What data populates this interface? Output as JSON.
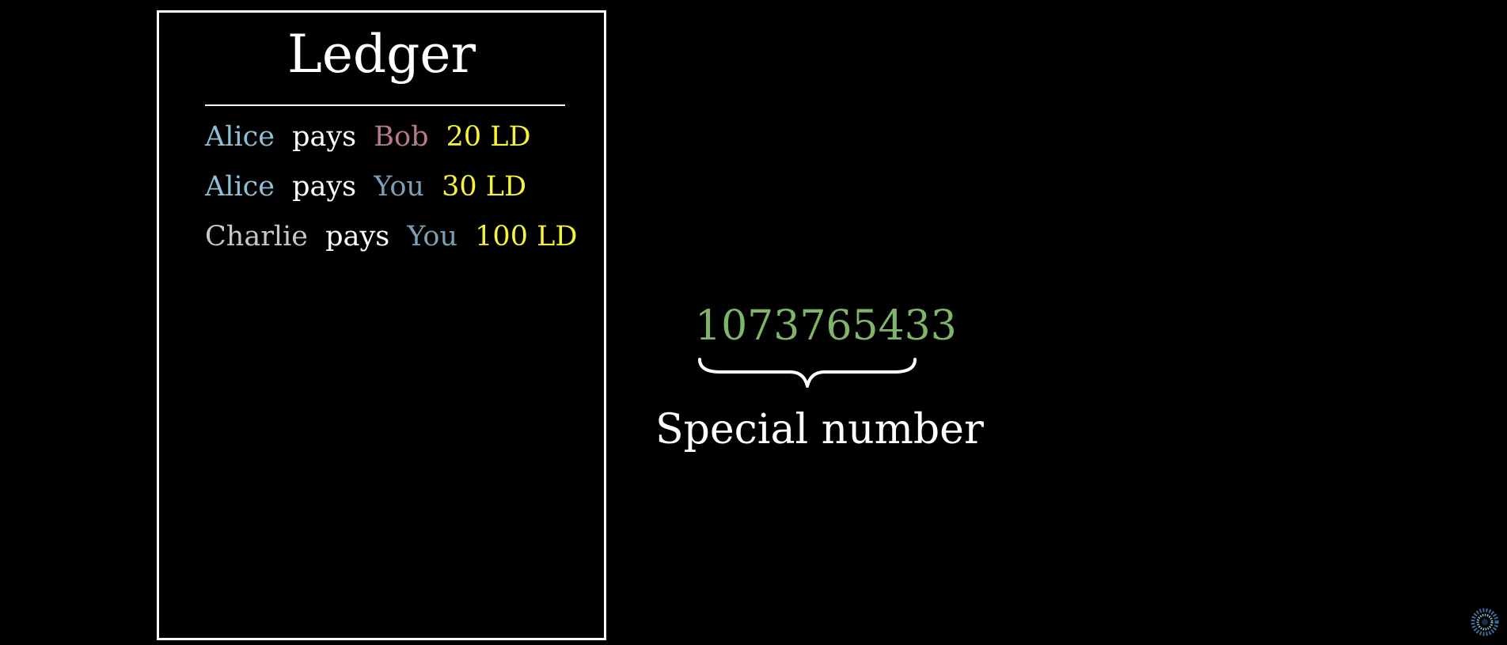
{
  "ledger": {
    "title": "Ledger",
    "entries": [
      {
        "payer": "Alice",
        "verb": "pays",
        "payee": "Bob",
        "amount": "20 LD",
        "payer_color": "#8fbfd6",
        "payee_color": "#b57b8b"
      },
      {
        "payer": "Alice",
        "verb": "pays",
        "payee": "You",
        "amount": "30 LD",
        "payer_color": "#8fbfd6",
        "payee_color": "#7d9fb3"
      },
      {
        "payer": "Charlie",
        "verb": "pays",
        "payee": "You",
        "amount": "100 LD",
        "payer_color": "#c8c8c8",
        "payee_color": "#7d9fb3"
      }
    ]
  },
  "special": {
    "number": "1073765433",
    "label": "Special number"
  },
  "colors": {
    "background": "#000000",
    "text": "#ffffff",
    "amount": "#f7f23a",
    "number": "#7fb469",
    "verb": "#ffffff"
  },
  "icons": {
    "corner": "loading-spinner-icon"
  }
}
